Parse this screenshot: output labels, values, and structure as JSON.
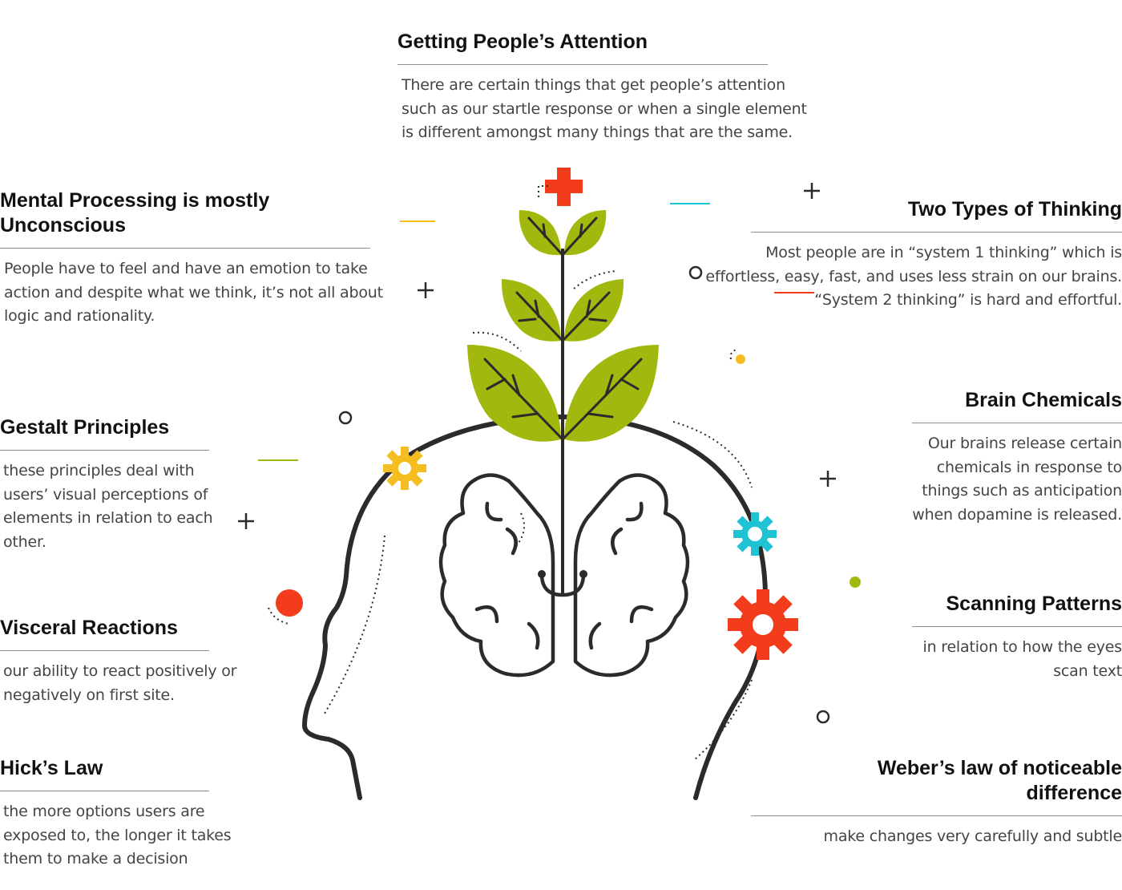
{
  "sections": {
    "attention": {
      "title": "Getting People’s Attention",
      "body": "There are certain things that get people’s attention such as our startle response or when a single element is different amongst many things that are the same."
    },
    "mental": {
      "title": "Mental Processing is mostly Unconscious",
      "body": "People have to feel and have an emotion to take action and despite what we think, it’s not all about logic and rationality."
    },
    "gestalt": {
      "title": "Gestalt Principles",
      "body": "these principles deal with users’ visual perceptions of elements in relation to each other."
    },
    "visceral": {
      "title": "Visceral Reactions",
      "body": "our ability to react positively or negatively on first site."
    },
    "hicks": {
      "title": "Hick’s Law",
      "body": "the more options users are exposed to, the longer it takes them to make a decision"
    },
    "thinking": {
      "title": "Two Types of Thinking",
      "body": "Most people are in “system 1 thinking” which is effortless, easy, fast, and uses less strain on our brains. “System 2 thinking” is hard and effortful."
    },
    "chemicals": {
      "title": "Brain Chemicals",
      "body": "Our brains release certain chemicals in response to things such as anticipation when dopamine is released."
    },
    "scanning": {
      "title": "Scanning Patterns",
      "body": "in relation to how the eyes scan text"
    },
    "weber": {
      "title": "Weber’s law of noticeable difference",
      "body": "make changes very carefully and subtle"
    }
  },
  "colors": {
    "leaf_green": "#a2b80f",
    "outline": "#2b2b2b",
    "red": "#f23c1c",
    "yellow": "#f5bd1f",
    "cyan": "#1fc3d4"
  },
  "icons": [
    "head-outline",
    "brain-icon",
    "plant-sprout-icon",
    "red-cross-icon",
    "yellow-gear-icon",
    "cyan-gear-icon",
    "red-gear-icon"
  ]
}
